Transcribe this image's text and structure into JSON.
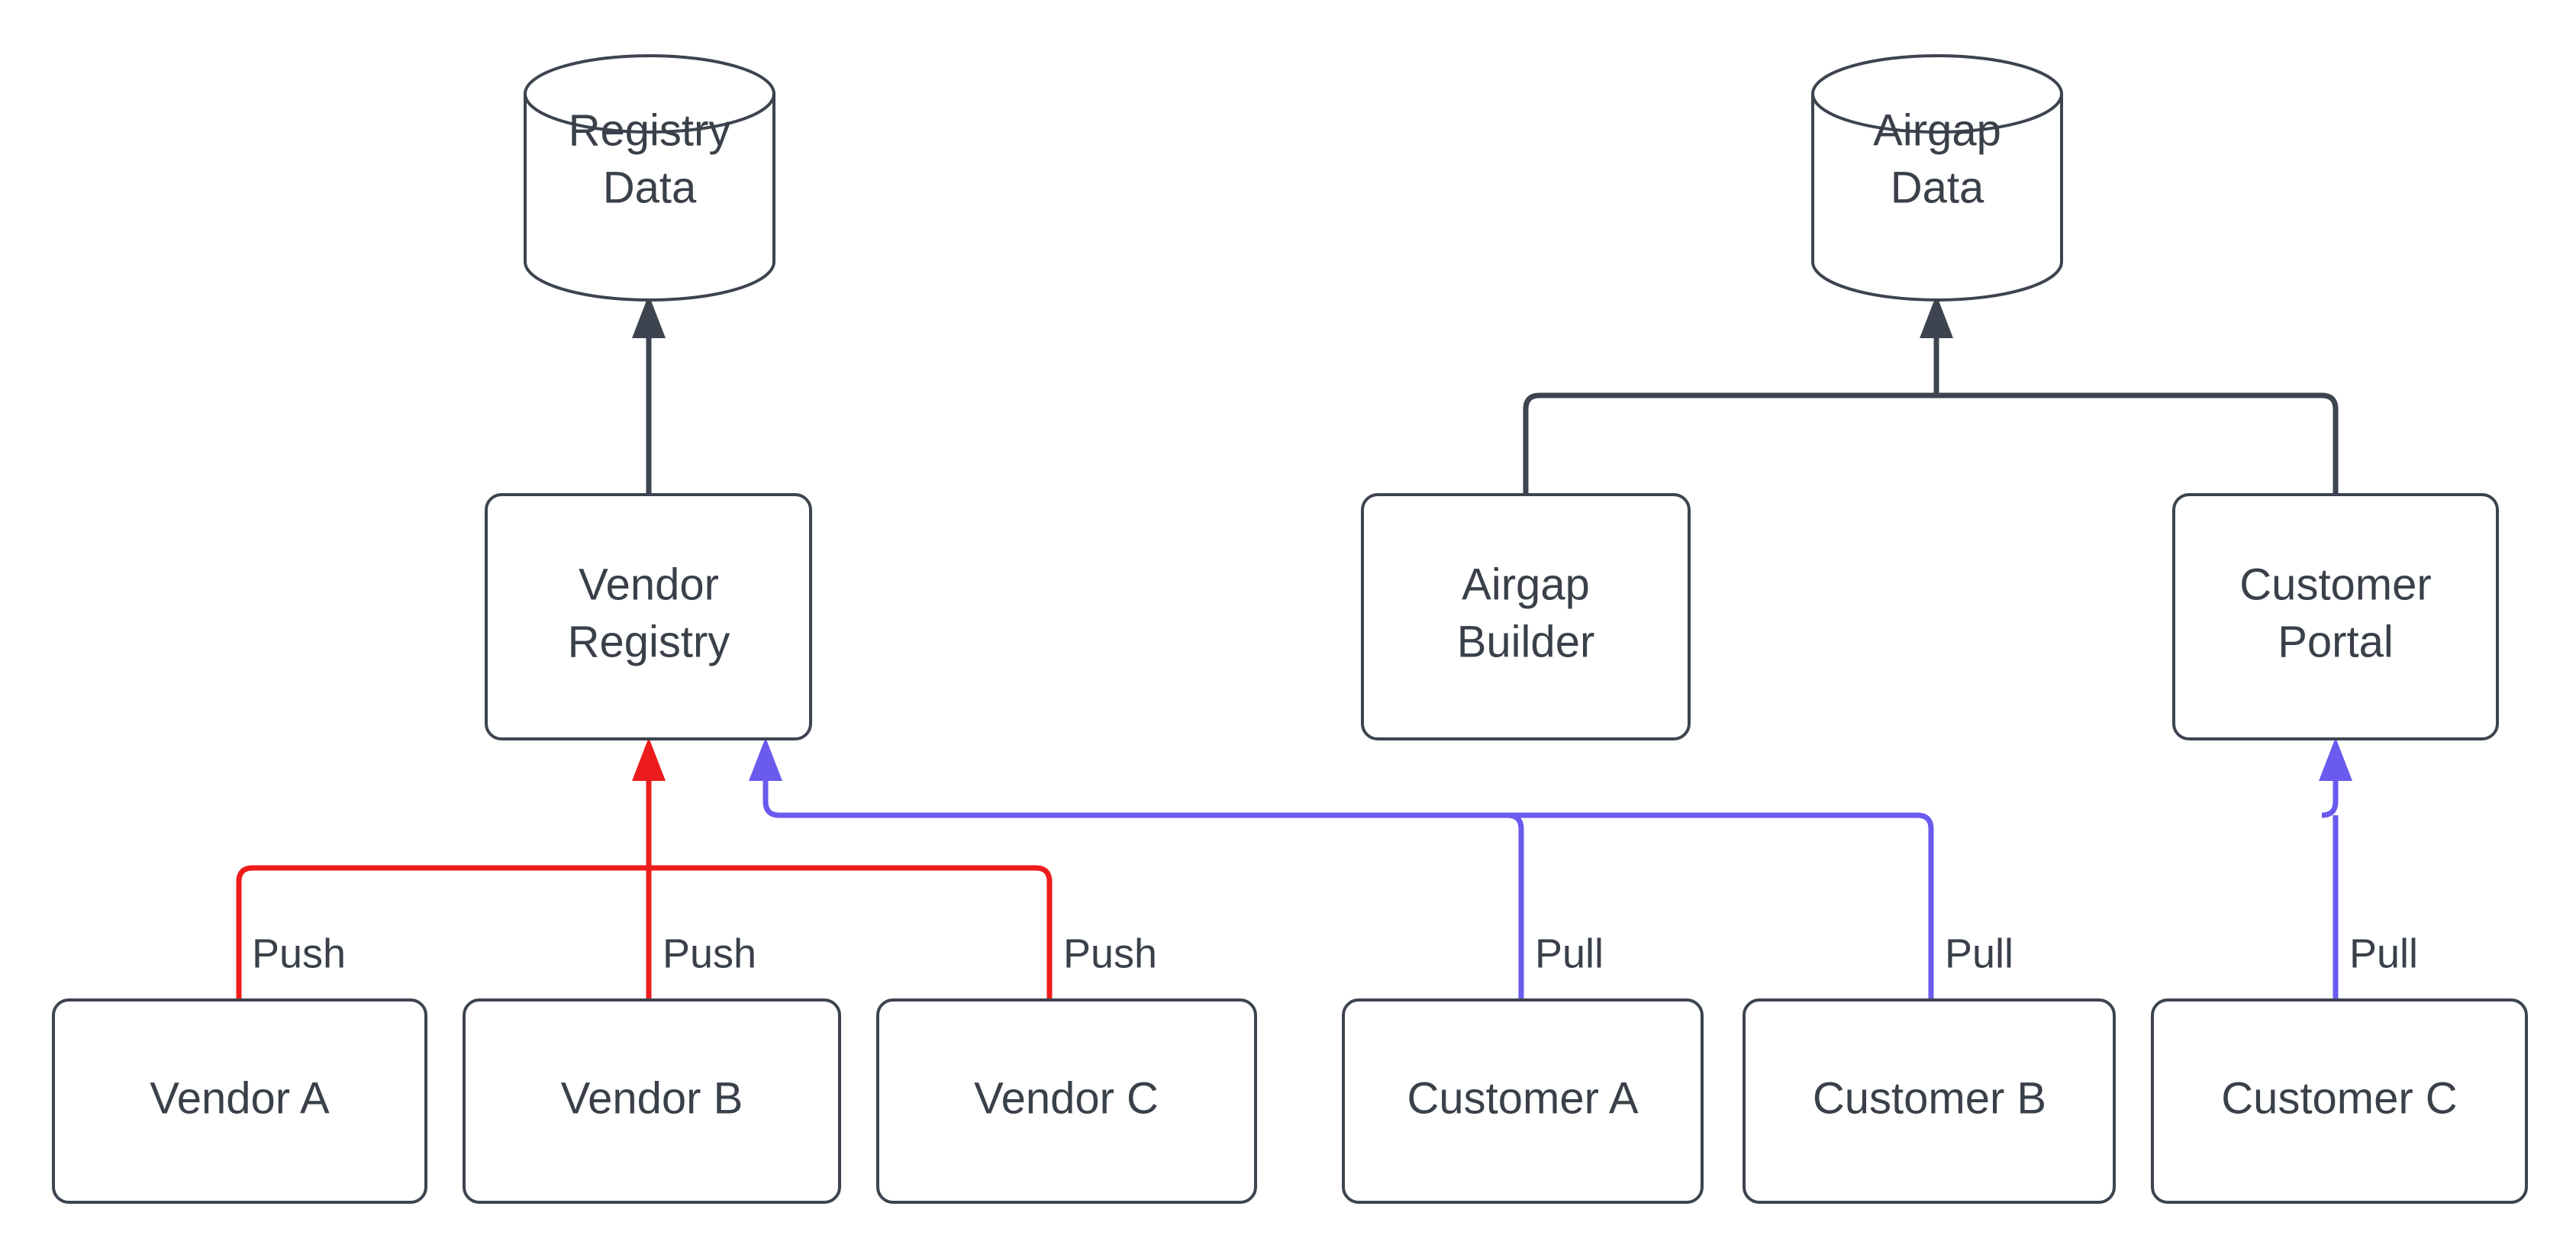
{
  "diagram": {
    "type": "flowchart",
    "background": "#ffffff",
    "colors": {
      "node_stroke": "#3d4450",
      "node_fill": "#ffffff",
      "text": "#3a4049",
      "edge_dark": "#3d4450",
      "edge_push": "#ec1c1c",
      "edge_pull": "#6a5aee"
    },
    "nodes": {
      "registry_data": {
        "label_line1": "Registry",
        "label_line2": "Data",
        "shape": "cylinder"
      },
      "airgap_data": {
        "label_line1": "Airgap",
        "label_line2": "Data",
        "shape": "cylinder"
      },
      "vendor_registry": {
        "label_line1": "Vendor",
        "label_line2": "Registry",
        "shape": "rounded-rect"
      },
      "airgap_builder": {
        "label_line1": "Airgap",
        "label_line2": "Builder",
        "shape": "rounded-rect"
      },
      "customer_portal": {
        "label_line1": "Customer",
        "label_line2": "Portal",
        "shape": "rounded-rect"
      },
      "vendor_a": {
        "label": "Vendor A",
        "shape": "rounded-rect"
      },
      "vendor_b": {
        "label": "Vendor B",
        "shape": "rounded-rect"
      },
      "vendor_c": {
        "label": "Vendor C",
        "shape": "rounded-rect"
      },
      "customer_a": {
        "label": "Customer A",
        "shape": "rounded-rect"
      },
      "customer_b": {
        "label": "Customer B",
        "shape": "rounded-rect"
      },
      "customer_c": {
        "label": "Customer C",
        "shape": "rounded-rect"
      }
    },
    "edge_labels": {
      "push_a": "Push",
      "push_b": "Push",
      "push_c": "Push",
      "pull_a": "Pull",
      "pull_b": "Pull",
      "pull_c": "Pull"
    },
    "edges": [
      {
        "from": "vendor_registry",
        "to": "registry_data",
        "color": "#3d4450",
        "label": ""
      },
      {
        "from": "airgap_builder",
        "to": "airgap_data",
        "color": "#3d4450",
        "label": ""
      },
      {
        "from": "customer_portal",
        "to": "airgap_data",
        "color": "#3d4450",
        "label": ""
      },
      {
        "from": "vendor_a",
        "to": "vendor_registry",
        "color": "#ec1c1c",
        "label": "Push"
      },
      {
        "from": "vendor_b",
        "to": "vendor_registry",
        "color": "#ec1c1c",
        "label": "Push"
      },
      {
        "from": "vendor_c",
        "to": "vendor_registry",
        "color": "#ec1c1c",
        "label": "Push"
      },
      {
        "from": "customer_a",
        "to": "vendor_registry",
        "color": "#6a5aee",
        "label": "Pull"
      },
      {
        "from": "customer_b",
        "to": "vendor_registry",
        "color": "#6a5aee",
        "label": "Pull"
      },
      {
        "from": "customer_c",
        "to": "customer_portal",
        "color": "#6a5aee",
        "label": "Pull"
      }
    ]
  }
}
